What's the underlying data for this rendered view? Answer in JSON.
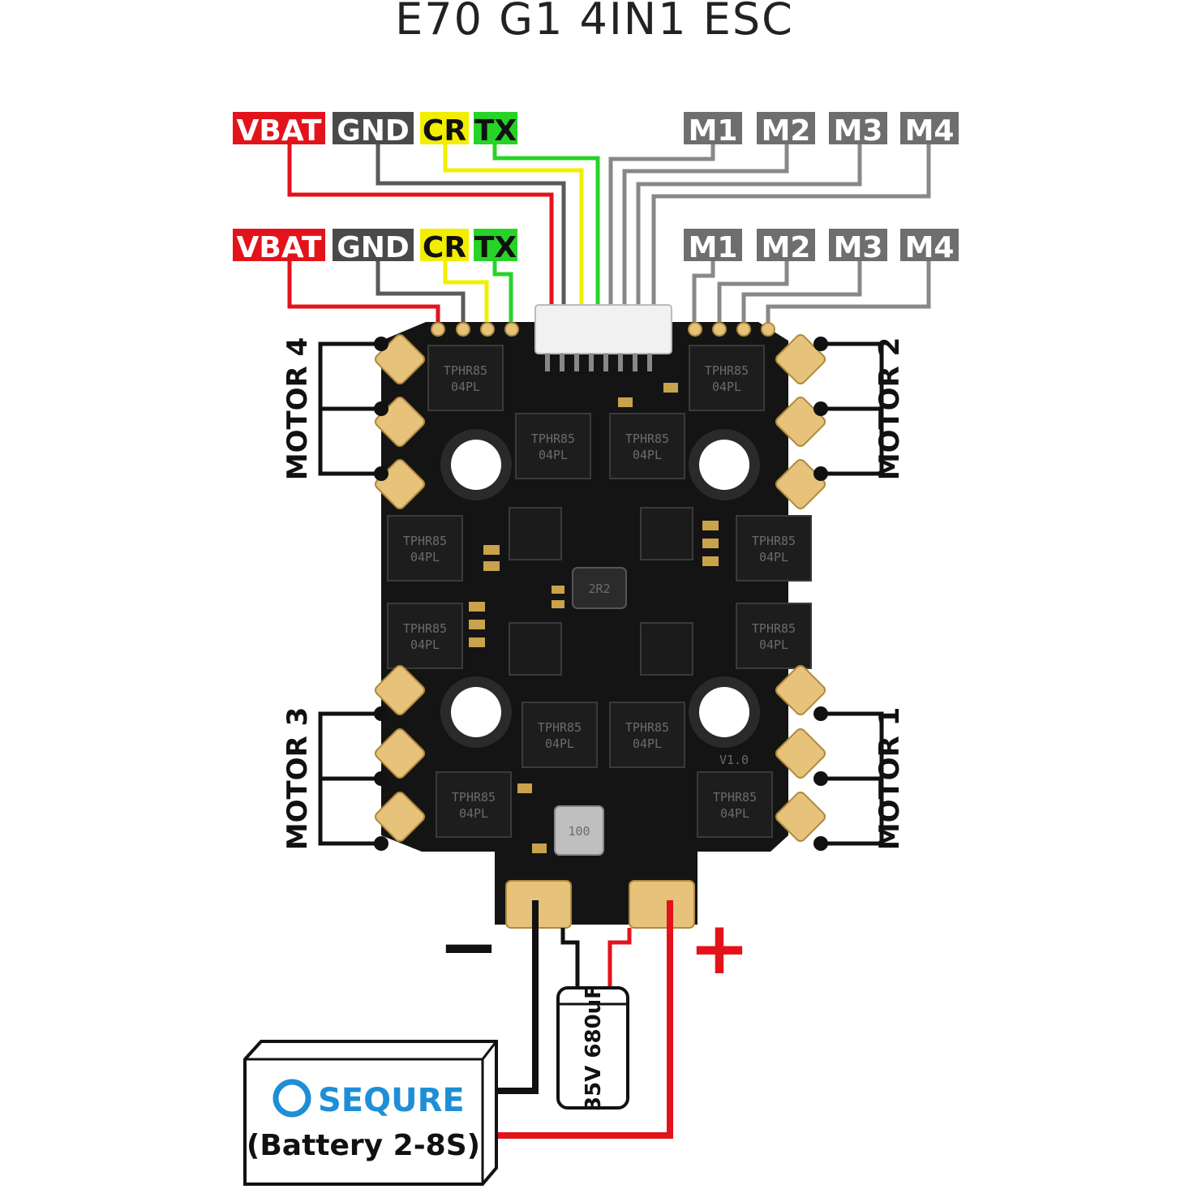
{
  "title": "E70 G1 4IN1 ESC",
  "connector_row_1": {
    "left": [
      "VBAT",
      "GND",
      "CR",
      "TX"
    ],
    "right": [
      "M1",
      "M2",
      "M3",
      "M4"
    ]
  },
  "connector_row_2": {
    "left": [
      "VBAT",
      "GND",
      "CR",
      "TX"
    ],
    "right": [
      "M1",
      "M2",
      "M3",
      "M4"
    ]
  },
  "motors": {
    "top_left": "MOTOR 4",
    "top_right": "MOTOR 2",
    "bottom_left": "MOTOR 3",
    "bottom_right": "MOTOR 1"
  },
  "board": {
    "mosfet_text": [
      "TPHR85",
      "04PL"
    ],
    "inductor_top": "2R2",
    "inductor_bottom": "100",
    "version": "V1.0"
  },
  "capacitor": "35V 680uF",
  "battery": {
    "brand": "SEQURE",
    "label": "(Battery 2-8S)"
  },
  "polarity": {
    "negative": "−",
    "positive": "+"
  },
  "colors": {
    "vbat": "#e3131b",
    "gnd": "#4a4a4a",
    "cr": "#f2ee00",
    "tx": "#27d327",
    "motor": "#6e6e6e",
    "pcb": "#141414",
    "pad": "#e6c27a",
    "brand": "#1e8fd6"
  }
}
